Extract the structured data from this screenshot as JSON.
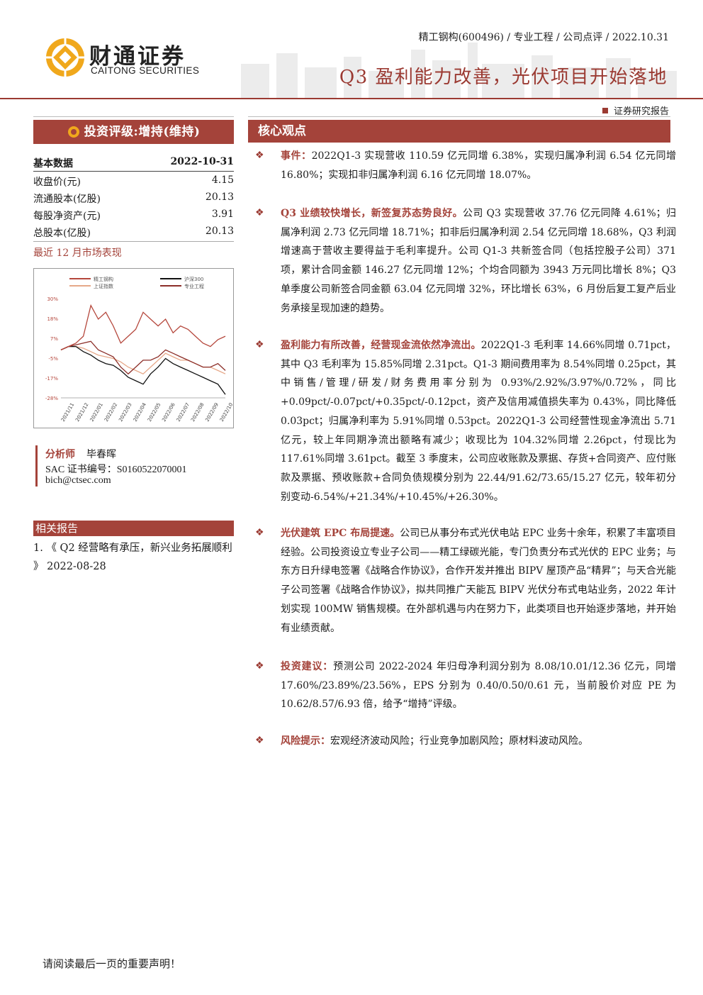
{
  "header": {
    "logo_cn": "财通证券",
    "logo_en": "CAITONG SECURITIES",
    "meta": "精工钢构(600496) / 专业工程 / 公司点评 / 2022.10.31",
    "title": "Q3 盈利能力改善，光伏项目开始落地",
    "doc_type": "证券研究报告"
  },
  "rating": {
    "label": "投资评级:增持(维持)"
  },
  "basic_data": {
    "header_label": "基本数据",
    "header_date": "2022-10-31",
    "rows": [
      {
        "label": "收盘价(元)",
        "value": "4.15"
      },
      {
        "label": "流通股本(亿股)",
        "value": "20.13"
      },
      {
        "label": "每股净资产(元)",
        "value": "3.91"
      },
      {
        "label": "总股本(亿股)",
        "value": "20.13"
      }
    ]
  },
  "market_title": "最近 12 月市场表现",
  "chart_data": {
    "type": "line",
    "legend": [
      "精工钢构",
      "沪深300",
      "上证指数",
      "专业工程"
    ],
    "y_ticks": [
      "30%",
      "18%",
      "7%",
      "-5%",
      "-17%",
      "-28%"
    ],
    "ylim": [
      -28,
      30
    ],
    "x_ticks": [
      "2021/11",
      "2021/12",
      "2022/01",
      "2022/02",
      "2022/03",
      "2022/04",
      "2022/05",
      "2022/06",
      "2022/07",
      "2022/08",
      "2022/09",
      "2022/10"
    ],
    "series": [
      {
        "name": "精工钢构",
        "color": "#b5473c",
        "values": [
          0,
          2,
          4,
          8,
          26,
          18,
          22,
          14,
          4,
          8,
          12,
          22,
          18,
          14,
          18,
          10,
          14,
          12,
          8,
          4,
          2,
          6,
          8
        ]
      },
      {
        "name": "沪深300",
        "color": "#111111",
        "values": [
          0,
          2,
          2,
          -1,
          -3,
          -6,
          -8,
          -9,
          -12,
          -16,
          -18,
          -20,
          -14,
          -10,
          -5,
          -8,
          -10,
          -12,
          -14,
          -16,
          -18,
          -20,
          -26
        ]
      },
      {
        "name": "上证指数",
        "color": "#e6a889",
        "values": [
          0,
          2,
          2,
          1,
          -1,
          -3,
          -4,
          -5,
          -7,
          -10,
          -12,
          -14,
          -10,
          -6,
          -2,
          -4,
          -6,
          -6,
          -8,
          -10,
          -10,
          -12,
          -14
        ]
      },
      {
        "name": "专业工程",
        "color": "#8c2e28",
        "values": [
          0,
          2,
          3,
          4,
          5,
          0,
          -2,
          -4,
          -10,
          -14,
          -10,
          -6,
          -6,
          -4,
          0,
          -2,
          -4,
          -6,
          -8,
          -10,
          -10,
          -8,
          -12
        ]
      }
    ]
  },
  "analyst": {
    "label": "分析师",
    "name": "毕春晖",
    "sac": "SAC 证书编号：S0160522070001",
    "email": "bich@ctsec.com"
  },
  "related": {
    "title": "相关报告",
    "items": [
      {
        "text": "1. 《 Q2 经营略有承压，新兴业务拓展顺利 》 2022-08-28"
      }
    ]
  },
  "core": {
    "title": "核心观点",
    "sections": [
      {
        "head": "事件：",
        "body": "2022Q1-3 实现营收 110.59 亿元同增 6.38%，实现归属净利润 6.54 亿元同增 16.80%；实现扣非归属净利润 6.16 亿元同增 18.07%。"
      },
      {
        "head": "Q3 业绩较快增长，新签复苏态势良好。",
        "body": "公司 Q3 实现营收 37.76 亿元同降 4.61%；归属净利润 2.73 亿元同增 18.71%；扣非后归属净利润 2.54 亿元同增 18.68%，Q3 利润增速高于营收主要得益于毛利率提升。公司 Q1-3 共新签合同（包括控股子公司）371 项，累计合同金额 146.27 亿元同增 12%；个均合同额为 3943 万元同比增长 8%；Q3 单季度公司新签合同金额 63.04 亿元同增 32%，环比增长 63%，6 月份后复工复产后业务承接呈现加速的趋势。"
      },
      {
        "head": "盈利能力有所改善，经营现金流依然净流出。",
        "body": "2022Q1-3 毛利率 14.66%同增 0.71pct，其中 Q3 毛利率为 15.85%同增 2.31pct。Q1-3 期间费用率为 8.54%同增 0.25pct，其中销售/管理/研发/财务费用率分别为 0.93%/2.92%/3.97%/0.72%，同比+0.09pct/-0.07pct/+0.35pct/-0.12pct，资产及信用减值损失率为 0.43%，同比降低 0.03pct；归属净利率为 5.91%同增 0.53pct。2022Q1-3 公司经营性现金净流出 5.71 亿元，较上年同期净流出额略有减少；收现比为 104.32%同增 2.26pct，付现比为 117.61%同增 3.61pct。截至 3 季度末，公司应收账款及票据、存货+合同资产、应付账款及票据、预收账款+合同负债规模分别为 22.44/91.62/73.65/15.27 亿元，较年初分别变动-6.54%/+21.34%/+10.45%/+26.30%。"
      },
      {
        "head": "光伏建筑 EPC 布局提速。",
        "body": "公司已从事分布式光伏电站 EPC 业务十余年，积累了丰富项目经验。公司投资设立专业子公司——精工绿碳光能，专门负责分布式光伏的 EPC 业务；与东方日升绿电签署《战略合作协议》，合作开发并推出 BIPV 屋顶产品“精昇”；与天合光能子公司签署《战略合作协议》，拟共同推广天能瓦 BIPV 光伏分布式电站业务，2022 年计划实现 100MW 销售规模。在外部机遇与内在努力下，此类项目也开始逐步落地，并开始有业绩贡献。"
      },
      {
        "head": "投资建议：",
        "body": "预测公司 2022-2024 年归母净利润分别为 8.08/10.01/12.36 亿元，同增 17.60%/23.89%/23.56%，EPS 分别为 0.40/0.50/0.61 元，当前股价对应 PE 为 10.62/8.57/6.93 倍，给予“增持”评级。"
      },
      {
        "head": "风险提示：",
        "body": "宏观经济波动风险；行业竞争加剧风险；原材料波动风险。"
      }
    ]
  },
  "footer": {
    "note": "请阅读最后一页的重要声明！"
  }
}
